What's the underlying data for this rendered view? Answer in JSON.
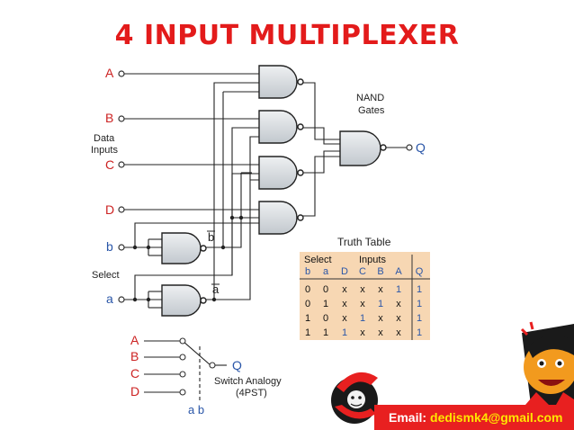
{
  "title": "4 INPUT MULTIPLEXER",
  "inputs": {
    "a_label": "A",
    "b_label": "B",
    "c_label": "C",
    "d_label": "D",
    "data_inputs_label_line1": "Data",
    "data_inputs_label_line2": "Inputs",
    "sel_b": "b",
    "sel_a": "a",
    "select_label": "Select",
    "b_bar": "b",
    "a_bar": "a"
  },
  "nand_label_line1": "NAND",
  "nand_label_line2": "Gates",
  "output_label": "Q",
  "truth_table": {
    "caption": "Truth Table",
    "group_select": "Select",
    "group_inputs": "Inputs",
    "headers": [
      "b",
      "a",
      "D",
      "C",
      "B",
      "A",
      "Q"
    ],
    "rows": [
      [
        "0",
        "0",
        "x",
        "x",
        "x",
        "1",
        "1"
      ],
      [
        "0",
        "1",
        "x",
        "x",
        "1",
        "x",
        "1"
      ],
      [
        "1",
        "0",
        "x",
        "1",
        "x",
        "x",
        "1"
      ],
      [
        "1",
        "1",
        "1",
        "x",
        "x",
        "x",
        "1"
      ]
    ],
    "fill_color": "#f7d7b3"
  },
  "switch": {
    "a_label": "A",
    "b_label": "B",
    "c_label": "C",
    "d_label": "D",
    "out_label": "Q",
    "caption_line1": "Switch Analogy",
    "caption_line2": "(4PST)",
    "sel_label": "a b"
  },
  "footer": {
    "email_prefix": "Email:",
    "email_address": "dedismk4@gmail.com"
  },
  "colors": {
    "title": "#e31b1b",
    "accent_blue": "#2a56a8",
    "gate_fill": "#d8dde2"
  }
}
